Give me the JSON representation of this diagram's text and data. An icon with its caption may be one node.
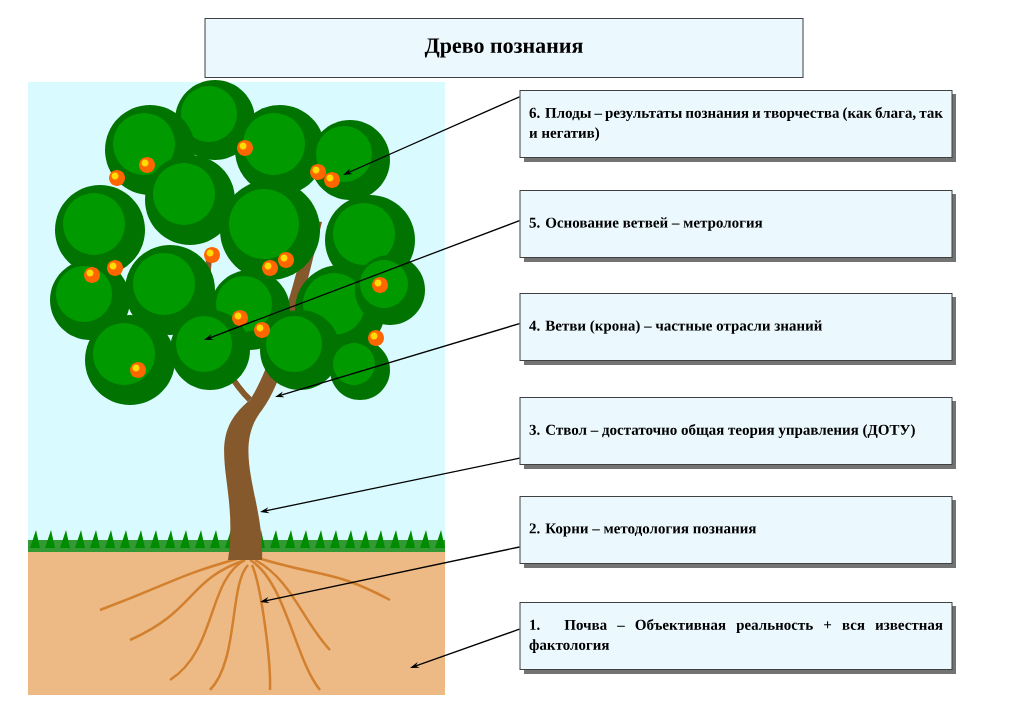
{
  "diagram": {
    "title": "Древо познания",
    "nodes": [
      {
        "text": [
          "6. Плоды – результаты познания и творчества (как блага, так и негатив)"
        ]
      },
      {
        "text": [
          "5. Основание ветвей – метрология"
        ]
      },
      {
        "text": [
          "4. Ветви (крона) – частные отрасли знаний"
        ]
      },
      {
        "text": [
          "3. Ствол – достаточно общая теория управления (ДОТУ)"
        ]
      },
      {
        "text": [
          "2. Корни – методология познания"
        ]
      },
      {
        "text": [
          "1. Почва – Объективная реальность + вся известная фактология"
        ]
      }
    ],
    "edges": [
      {
        "from": 0,
        "to": null,
        "arrow": "to"
      },
      {
        "from": 1,
        "to": null,
        "arrow": "to"
      },
      {
        "from": 2,
        "to": null,
        "arrow": "to"
      },
      {
        "from": 3,
        "to": null,
        "arrow": "to"
      },
      {
        "from": 4,
        "to": null,
        "arrow": "to"
      },
      {
        "from": 5,
        "to": null,
        "arrow": "to"
      }
    ]
  }
}
